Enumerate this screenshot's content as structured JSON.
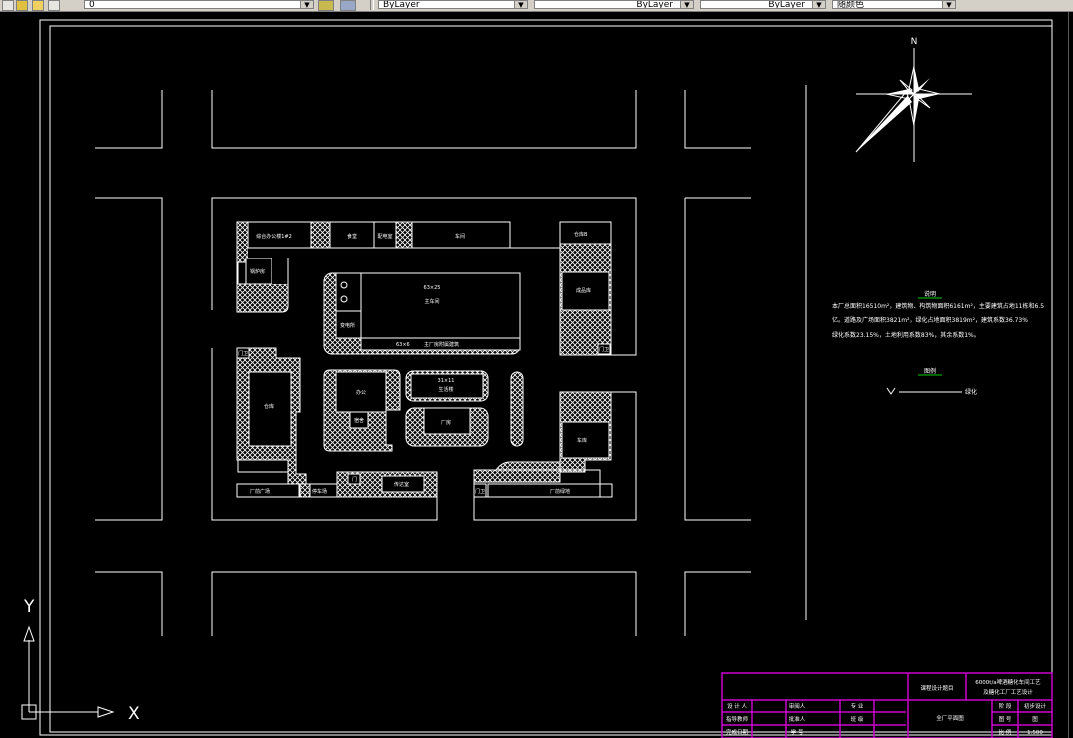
{
  "toolbar": {
    "layer_value": "0",
    "color_value": "ByLayer",
    "linetype_value": "ByLayer",
    "lineweight_value": "ByLayer",
    "plotstyle_value": "随颜色"
  },
  "compass": {
    "north_label": "N"
  },
  "ucs": {
    "x_label": "X",
    "y_label": "Y"
  },
  "notes": {
    "title": "说明",
    "line1": "本厂总面积16510m²，建筑物、构筑物面积6161m²，主要建筑占地11栋和6.5",
    "line2": "亿。道路及广场面积3821m²，绿化占地面积3819m²，建筑系数36.73%",
    "line3": "绿化系数23.15%，土地利用系数83%，其余系数1%。"
  },
  "legend": {
    "title": "图例",
    "item_label": "绿化"
  },
  "buildings": {
    "top_row_1": "综合办公楼1#2",
    "top_row_2": "食堂",
    "top_row_3": "配电室",
    "top_row_4": "车间",
    "top_right": "仓库B",
    "left_1": "锅炉房",
    "main_dims": "63×25",
    "main_name": "主车间",
    "main_sub": "变电所",
    "main_bottom": "63×6",
    "main_bottom_name": "主厂房附属建筑",
    "right_upper": "成品库",
    "left_lower": "仓库",
    "left_lower_tag": "门卫",
    "mid_left": "办公",
    "mid_left_sub": "宿舍",
    "mid_center_dims": "31×11",
    "mid_center_name": "生活楼",
    "mid_center_low": "厂房",
    "right_lower": "车库",
    "right_lower_tag": "门卫",
    "bottom_left": "厂前广场",
    "bottom_mid": "停车场",
    "bottom_mid2": "传达室",
    "bottom_right_tag": "门卫",
    "bottom_right": "厂前绿地",
    "gate_small": "门"
  },
  "title_block": {
    "course": "课程设计题目",
    "project_line1": "6000t/a啤酒糖化车间工艺",
    "project_line2": "及糖化工厂工艺设计",
    "designer": "设 计 人",
    "checker": "指导教师",
    "date": "完成日期",
    "name1": "审阅人",
    "name2": "批准人",
    "no_label": "学 号",
    "major": "专 业",
    "class_label": "班 级",
    "drawing_name": "全厂平面图",
    "stage": "阶 段",
    "stage_val": "初步设计",
    "sheet": "图 号",
    "sheet_val": "图",
    "scale": "比 例",
    "scale_val": "1:500"
  },
  "colors": {
    "background": "#000000",
    "lines": "#ffffff",
    "title_block_border": "#cc00cc",
    "legend_green": "#00cc00"
  }
}
